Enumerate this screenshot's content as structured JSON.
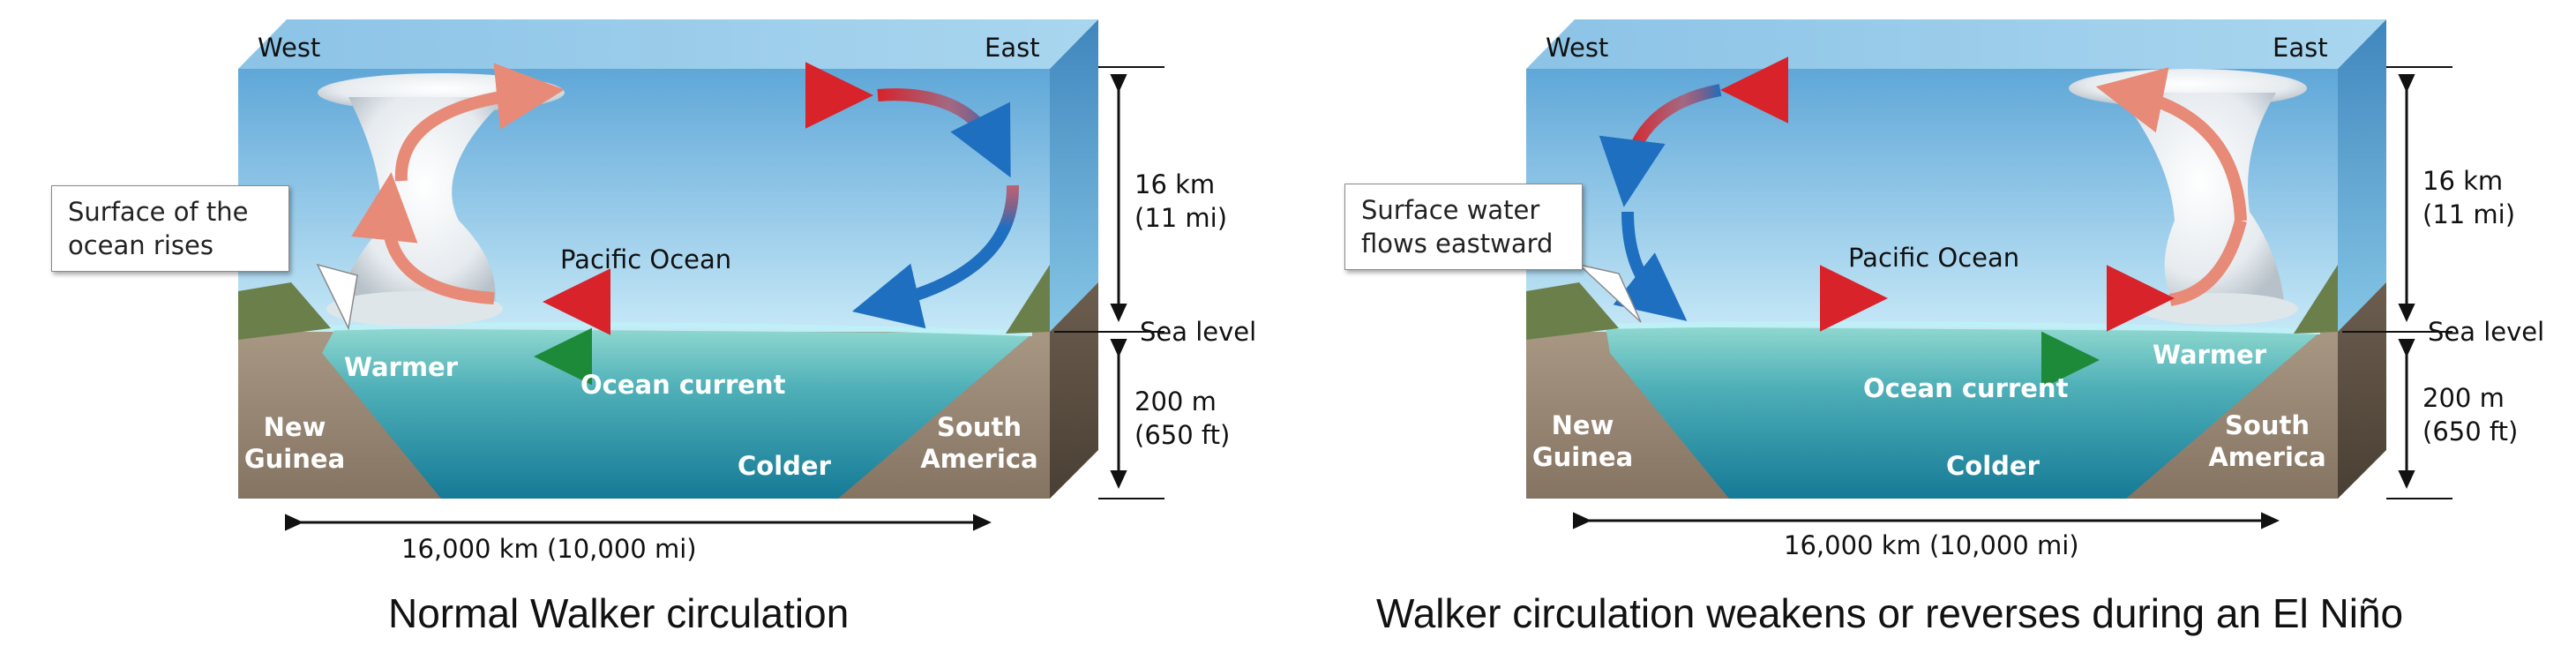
{
  "panels": [
    {
      "caption": "Normal Walker circulation",
      "west": "West",
      "east": "East",
      "callout": "Surface of the\nocean rises",
      "ocean": "Pacific Ocean",
      "warmer": "Warmer",
      "current": "Ocean current",
      "colder": "Colder",
      "left_land": "New\nGuinea",
      "right_land": "South\nAmerica",
      "height": "16 km\n(11 mi)",
      "sea_level": "Sea level",
      "depth": "200 m\n(650 ft)",
      "width": "16,000 km (10,000 mi)"
    },
    {
      "caption": "Walker circulation weakens or reverses during an El Niño",
      "west": "West",
      "east": "East",
      "callout": "Surface water\nflows eastward",
      "ocean": "Pacific Ocean",
      "warmer": "Warmer",
      "current": "Ocean current",
      "colder": "Colder",
      "left_land": "New\nGuinea",
      "right_land": "South\nAmerica",
      "height": "16 km\n(11 mi)",
      "sea_level": "Sea level",
      "depth": "200 m\n(650 ft)",
      "width": "16,000 km (10,000 mi)"
    }
  ],
  "colors": {
    "sky_top": "#6fb0dc",
    "sky_bottom": "#bfe3f5",
    "ocean_surface": "#7fd0c8",
    "ocean_deep": "#1b7f9a",
    "land": "#9a8a76",
    "air_arrow_warm": "#d8232a",
    "air_arrow_cool": "#1f6fc0",
    "current_arrow": "#1d8a3a"
  }
}
